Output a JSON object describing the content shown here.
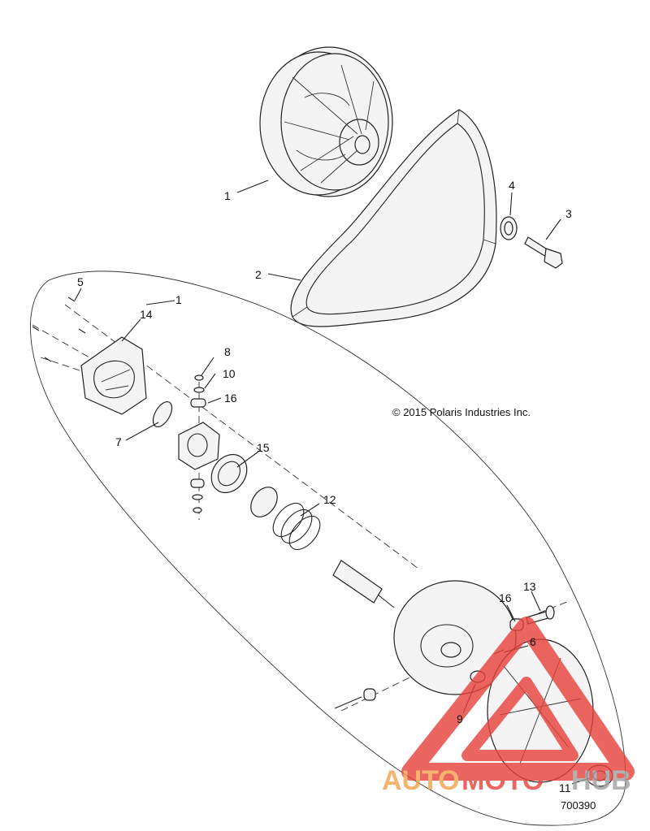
{
  "copyright": "© 2015 Polaris Industries Inc.",
  "diagram_id": "700390",
  "watermark": {
    "part1": "AUTO",
    "part2": "MOTO",
    "part3": "HUB",
    "color_red": "#e8403a",
    "color_orange": "#f2a24a",
    "color_gray": "#a0a0a0"
  },
  "callouts": {
    "c1_top": "1",
    "c1_group": "1",
    "c2": "2",
    "c3": "3",
    "c4": "4",
    "c5": "5",
    "c6": "6",
    "c7": "7",
    "c8": "8",
    "c9": "9",
    "c10": "10",
    "c11": "11",
    "c12": "12",
    "c13": "13",
    "c14": "14",
    "c15": "15",
    "c16a": "16",
    "c16b": "16"
  }
}
